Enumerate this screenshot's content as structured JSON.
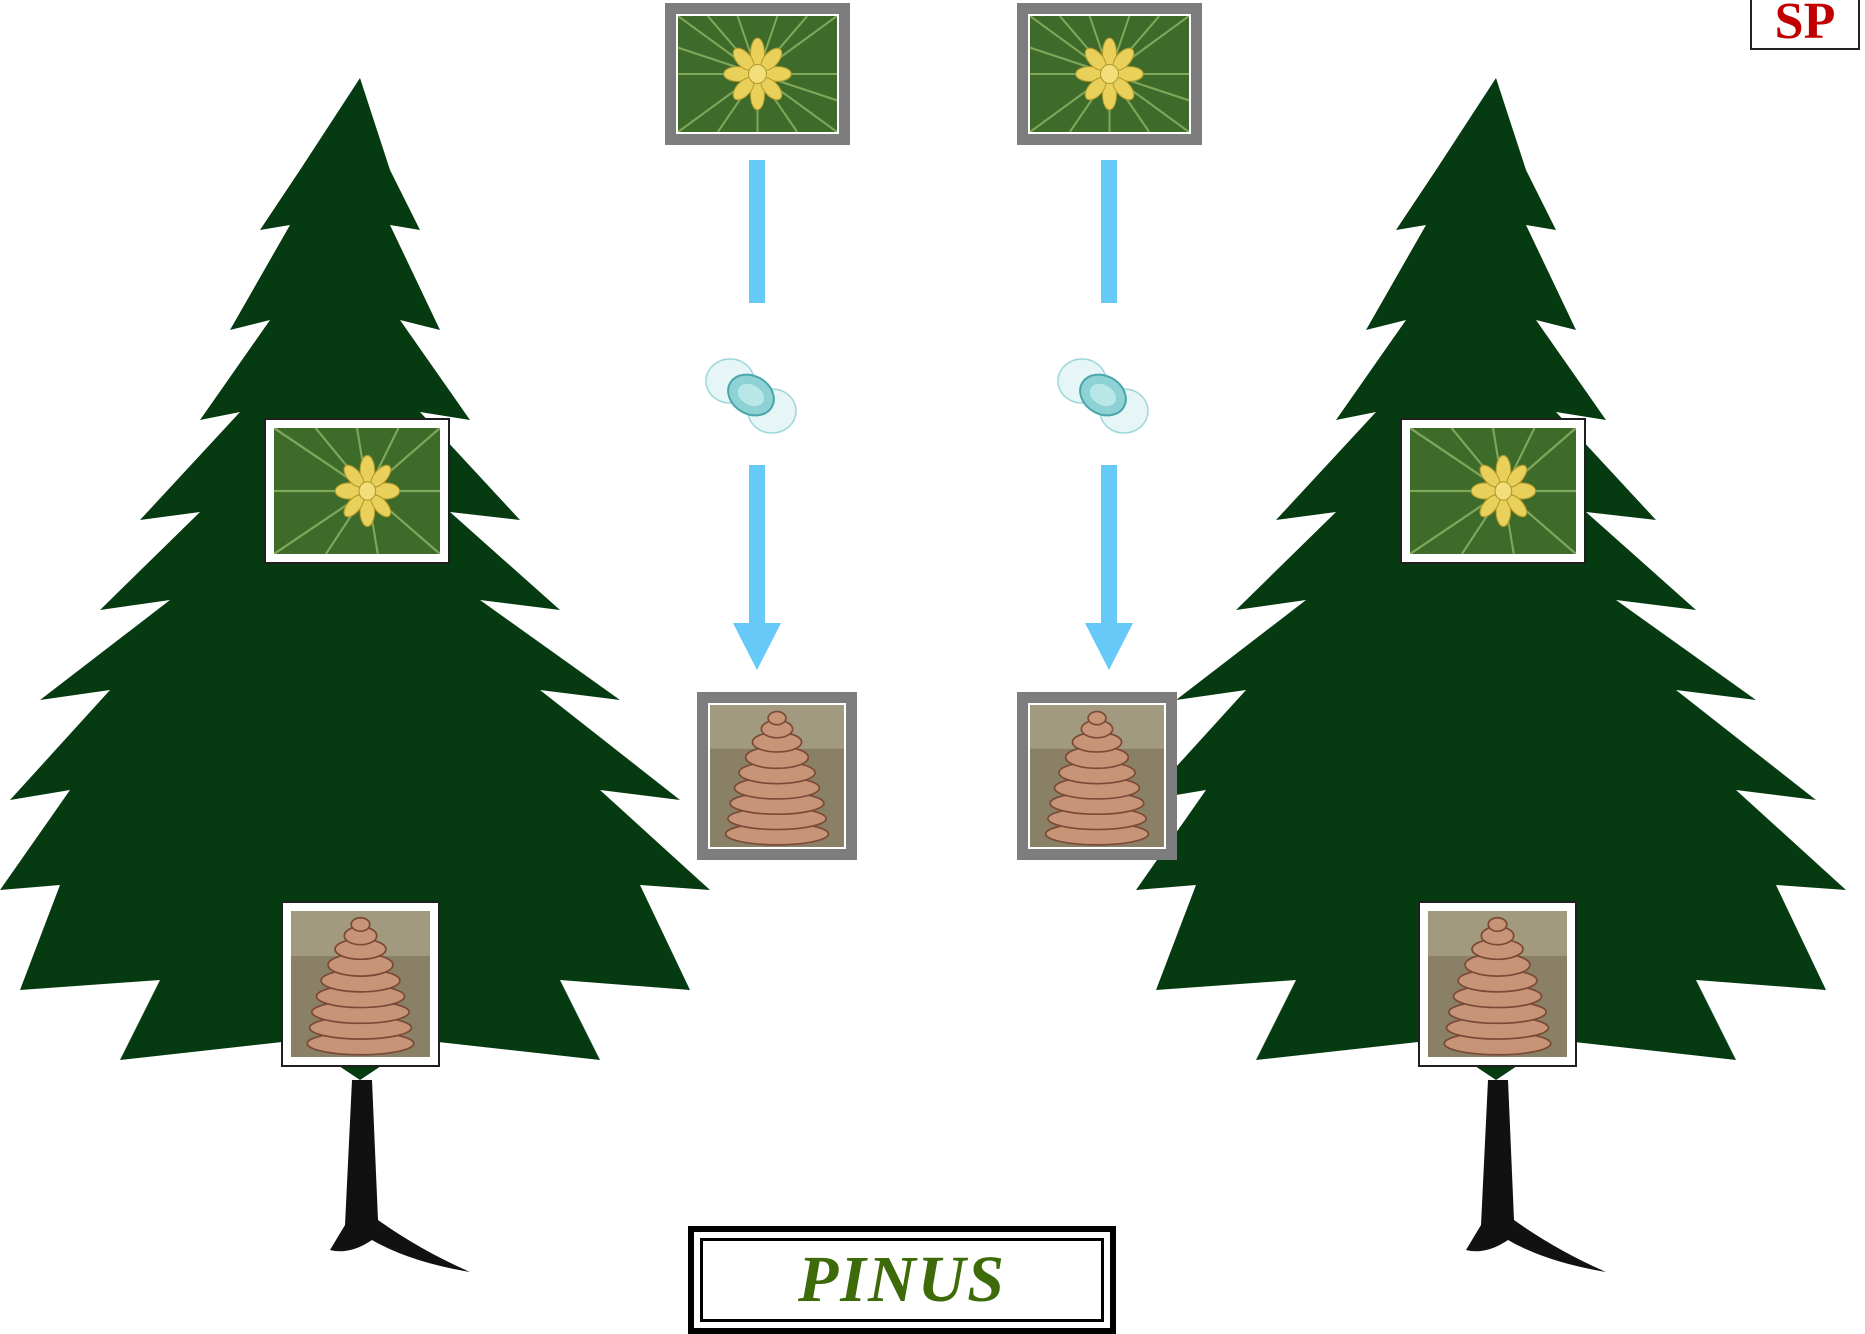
{
  "title": "PINUS",
  "badge": "SP",
  "colors": {
    "tree": "#063b12",
    "trunk": "#111111",
    "arrow": "#66c9f7",
    "title_text": "#3d6b0a",
    "badge_text": "#c00000",
    "frame_grey": "#7d7d7d"
  },
  "icons": {
    "male_cone": "male-cone-photo",
    "female_cone": "female-cone-photo",
    "pollen": "pollen-grain-icon",
    "arrow": "down-arrow-icon"
  }
}
